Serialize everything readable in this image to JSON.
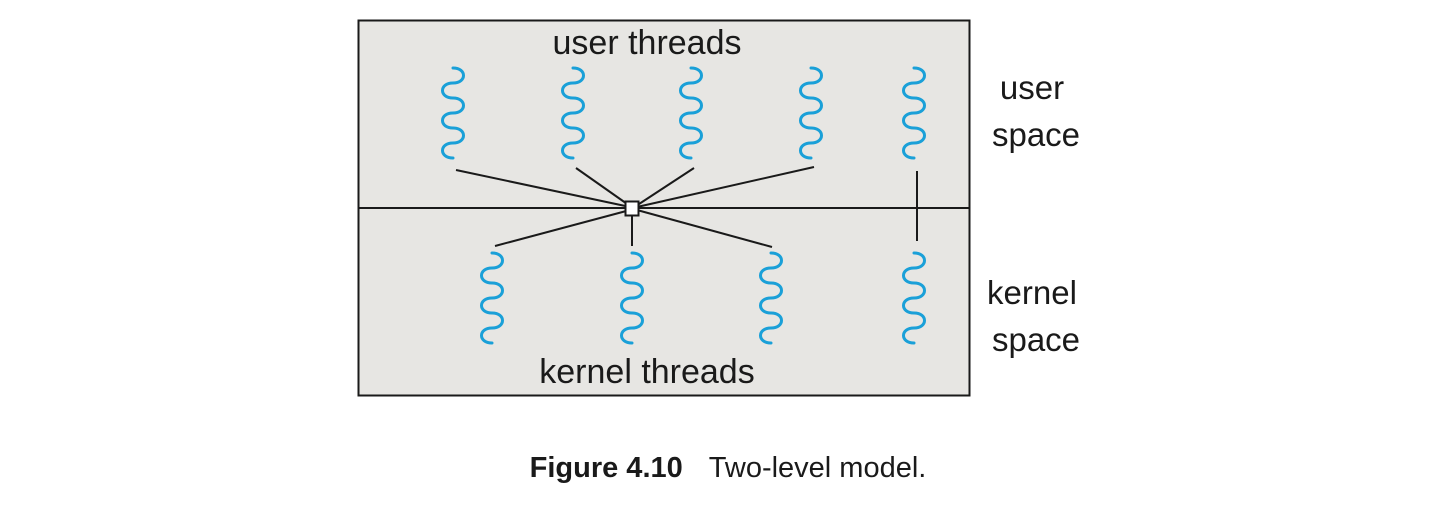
{
  "diagram": {
    "user_threads_label": "user threads",
    "kernel_threads_label": "kernel threads",
    "user_space_label": [
      "user",
      "space"
    ],
    "kernel_space_label": [
      "kernel",
      "space"
    ],
    "user_thread_count": 5,
    "kernel_thread_count": 4,
    "multiplexed_user_threads": 4,
    "multiplexed_kernel_threads": 3,
    "bound_pairs": 1,
    "colors": {
      "panel_fill": "#e7e6e3",
      "border": "#1a1a1a",
      "thread": "#1aa0d8",
      "connector": "#1a1a1a"
    }
  },
  "caption": {
    "figure_number": "Figure 4.10",
    "text": "Two-level model."
  }
}
